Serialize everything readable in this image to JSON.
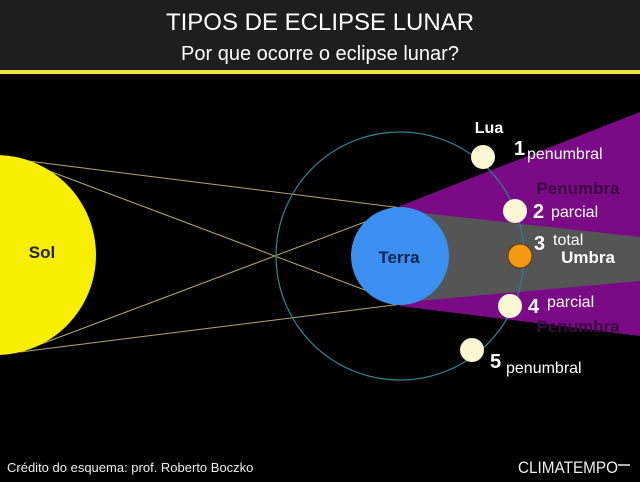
{
  "header": {
    "title": "TIPOS DE ECLIPSE LUNAR",
    "subtitle": "Por que ocorre o eclipse lunar?"
  },
  "diagram": {
    "sun_label": "Sol",
    "earth_label": "Terra",
    "moon_label": "Lua",
    "penumbra_label": "Penumbra",
    "umbra_label": "Umbra",
    "phases": [
      {
        "number": "1",
        "label": "penumbral"
      },
      {
        "number": "2",
        "label": "parcial"
      },
      {
        "number": "3",
        "label": "total"
      },
      {
        "number": "4",
        "label": "parcial"
      },
      {
        "number": "5",
        "label": "penumbral"
      }
    ],
    "colors": {
      "sun": "#f7ee00",
      "earth": "#3b8ff0",
      "penumbra": "#7a0a85",
      "umbra": "#555555",
      "moon": "#fbf7d2",
      "moon_eclipsed": "#f39a12",
      "accent_line": "#efe24a"
    }
  },
  "footer": {
    "credit": "Crédito do esquema: prof. Roberto Boczko",
    "brand": "CLIMATEMPO"
  }
}
